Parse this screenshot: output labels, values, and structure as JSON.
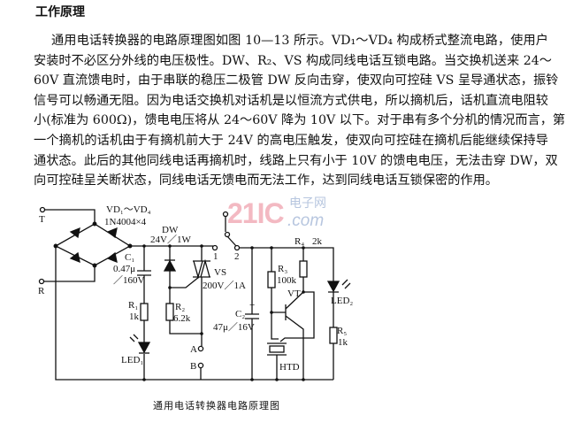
{
  "heading": "工作原理",
  "paragraph_lines": [
    "通用电话转换器的电路原理图如图 10—13 所示。VD₁～VD₄ 构成桥式整流电路，使用户",
    "安装时不必区分外线的电压极性。DW、R₂、VS 构成同线电话互锁电路。当交换机送来 24～",
    "60V 直流馈电时，由于串联的稳压二极管 DW 反向击穿，使双向可控硅 VS 呈导通状态，振铃",
    "信号可以畅通无阻。因为电话交换机对话机是以恒流方式供电，所以摘机后，话机直流电阻较",
    "小(标准为 600Ω)，馈电电压将从 24～60V 降为 10V 以下。对于串有多个分机的情况而言，第",
    "一个摘机的话机由于有摘机前大于 24V 的高电压触发，使双向可控硅在摘机后能继续保持导",
    "通状态。此后的其他同线电话再摘机时，线路上只有小于 10V 的馈电电压，无法击穿 DW，双",
    "向可控硅呈关断状态，同线电话无馈电而无法工作，达到同线电话互锁保密的作用。"
  ],
  "watermark": {
    "number": "21IC",
    "cn": "电子网",
    "dom": ".com"
  },
  "diagram": {
    "T": "T",
    "R": "R",
    "bridge_1": "VD₁～VD₄",
    "bridge_2": "1N4004×4",
    "dw_1": "DW",
    "dw_2": "24V／1W",
    "c1_1": "C₁",
    "c1_2": "0.47μ",
    "c1_3": "／160V",
    "r1_1": "R₁",
    "r1_2": "1k",
    "led1": "LED₁",
    "r2_1": "R₂",
    "r2_2": "6.2k",
    "vs_1": "VS",
    "vs_2": "200V／1A",
    "t1": "1",
    "t2": "2",
    "A": "A",
    "B": "B",
    "c2_1": "C₂",
    "c2_2": "47μ／16V",
    "plus": "+",
    "r3_1": "R₃",
    "r3_2": "100k",
    "r4_1": "R₄",
    "r4_2": "2k",
    "vt": "VT",
    "htd": "HTD",
    "led2": "LED₂",
    "r5_1": "R₅",
    "r5_2": "1k"
  },
  "caption": "通用电话转换器电路原理图"
}
